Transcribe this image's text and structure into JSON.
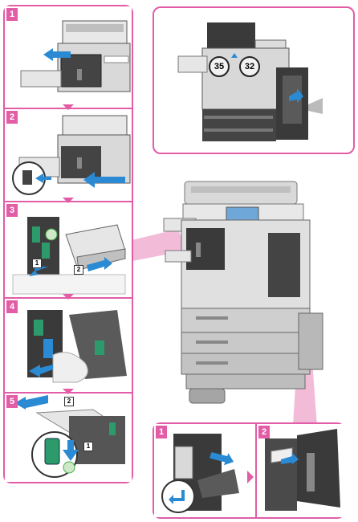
{
  "left_steps": [
    {
      "label": "1"
    },
    {
      "label": "2"
    },
    {
      "label": "3",
      "tags": [
        "1",
        "2"
      ]
    },
    {
      "label": "4"
    },
    {
      "label": "5",
      "tags": [
        "2",
        "1"
      ]
    }
  ],
  "overview": {
    "callout_left": "35",
    "callout_right": "32"
  },
  "bottom_steps": [
    {
      "label": "1"
    },
    {
      "label": "2"
    }
  ],
  "colors": {
    "accent": "#e25ca6",
    "callout_blue": "#2a8ad4",
    "device_gray": "#8c8c8c",
    "dark": "#3a3a3a"
  }
}
